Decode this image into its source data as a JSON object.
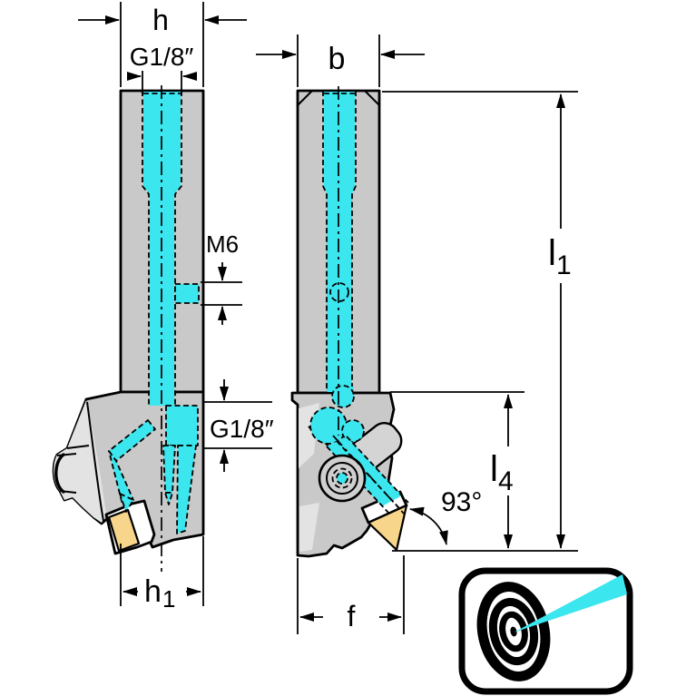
{
  "diagram": {
    "kind": "tool-holder-engineering-drawing",
    "views": {
      "side": {
        "title": "side view",
        "labels": {
          "shank_height": "h",
          "coolant_thread_top": "G1/8″",
          "coolant_port_side": "M6",
          "coolant_thread_side": "G1/8″",
          "head_offset_base": "h",
          "head_offset_sub": "1"
        }
      },
      "front": {
        "title": "front view",
        "labels": {
          "shank_width": "b",
          "overall_length_base": "l",
          "overall_length_sub": "1",
          "head_length_base": "l",
          "head_length_sub": "4",
          "cutting_angle": "93°",
          "functional_width": "f"
        }
      }
    },
    "icon": {
      "name": "precision-coolant-target-icon"
    },
    "colors": {
      "coolant_cyan": "#3BE6EF",
      "body_gray": "#C9C9C9",
      "clamp_light_gray": "#E3E3E3",
      "insert_tan": "#F7D68C",
      "outline_black": "#000000",
      "background_white": "#FFFFFF"
    }
  }
}
